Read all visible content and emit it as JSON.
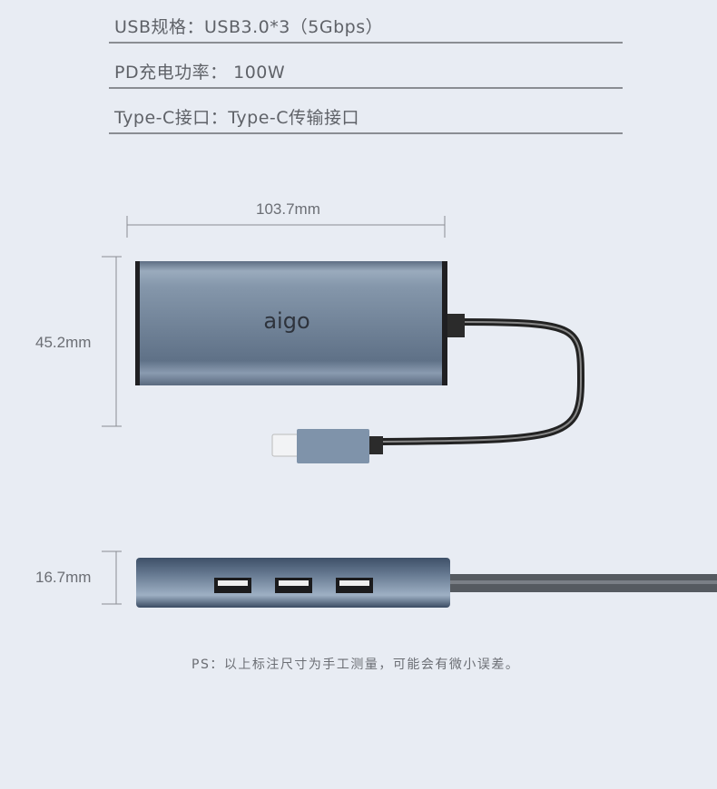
{
  "specs": [
    {
      "label": "USB规格：USB3.0*3（5Gbps）"
    },
    {
      "label": "PD充电功率： 100W"
    },
    {
      "label": "Type-C接口：Type-C传输接口"
    }
  ],
  "dimensions": {
    "width": "103.7mm",
    "height": "45.2mm",
    "thickness": "16.7mm"
  },
  "product": {
    "brand_logo": "aigo"
  },
  "note": "PS：以上标注尺寸为手工测量，可能会有微小误差。",
  "colors": {
    "background": "#e8ecf3",
    "body": "#6f8196",
    "text": "#5f6268"
  }
}
